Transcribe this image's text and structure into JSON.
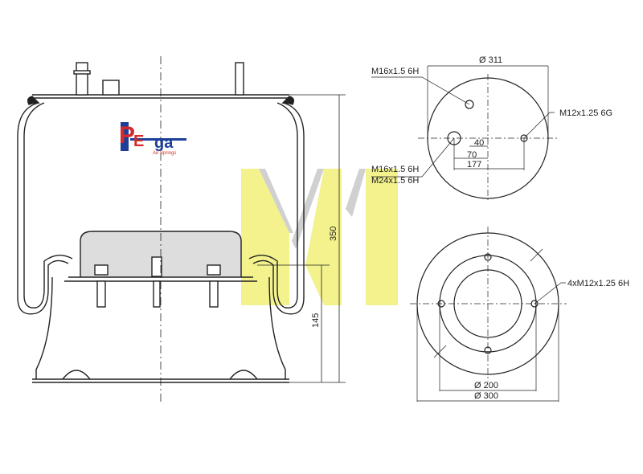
{
  "brand": {
    "logo_text": "PEga",
    "logo_tagline": "Air Springs",
    "colors": {
      "red": "#d42a2a",
      "blue": "#1c3f9a"
    }
  },
  "watermark": {
    "color": "#f2f07a"
  },
  "side_view": {
    "height_overall": "350",
    "height_piston": "145"
  },
  "top_view": {
    "diameter": "Ø 311",
    "thread_a": "M16x1.5 6H",
    "thread_b": "M12x1.25 6G",
    "thread_c": "M16x1.5 6H",
    "thread_d": "M24x1.5 6H",
    "offset_1": "40",
    "offset_2": "70",
    "offset_3": "177"
  },
  "bottom_view": {
    "bolt_label": "4xM12x1.25 6H",
    "diameter_inner": "Ø 200",
    "diameter_outer": "Ø 300"
  }
}
